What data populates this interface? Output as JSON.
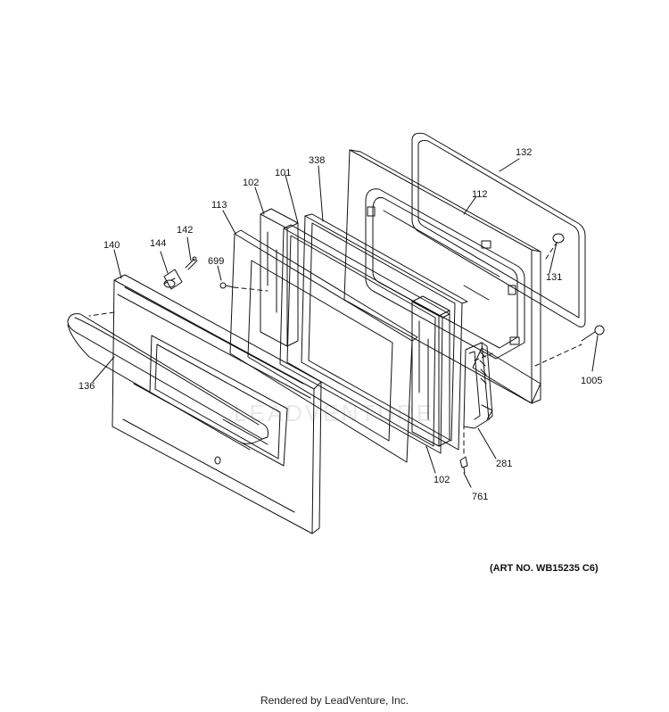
{
  "labels": {
    "p132": "132",
    "p112": "112",
    "p338": "338",
    "p101": "101",
    "p102_top": "102",
    "p113": "113",
    "p142": "142",
    "p144": "144",
    "p140": "140",
    "p699": "699",
    "p131": "131",
    "p1005": "1005",
    "p136": "136",
    "p281": "281",
    "p102_bottom": "102",
    "p761": "761"
  },
  "art_number": "(ART NO. WB15235 C6)",
  "footer": "Rendered by LeadVenture, Inc.",
  "watermark": "LEADVENTURE",
  "colors": {
    "line": "#111111",
    "watermark": "#e9e9e9",
    "background": "#ffffff"
  }
}
